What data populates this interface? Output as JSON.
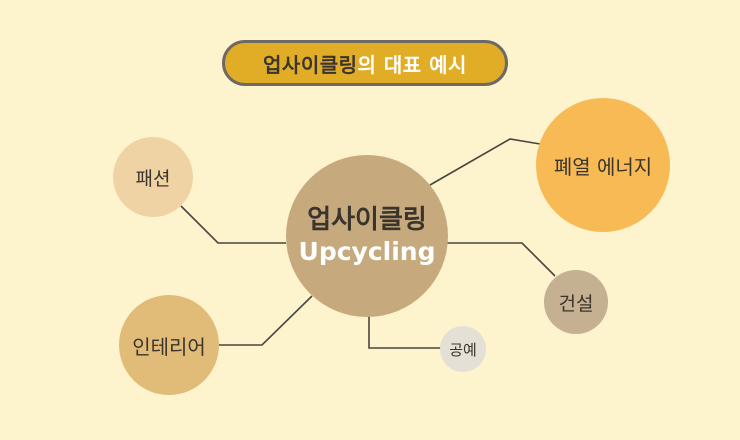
{
  "title": {
    "main": "업사이클링",
    "rest": "의 대표 예시"
  },
  "center": {
    "korean": "업사이클링",
    "english": "Upcycling"
  },
  "examples": {
    "fashion": "패션",
    "waste_energy": "폐열 에너지",
    "interior": "인테리어",
    "construction": "건설",
    "craft": "공예"
  },
  "colors": {
    "background": "#fdf3cc",
    "title_fill": "#e1ad27",
    "center_fill": "#c6aa7d",
    "connector": "#4a4540"
  }
}
